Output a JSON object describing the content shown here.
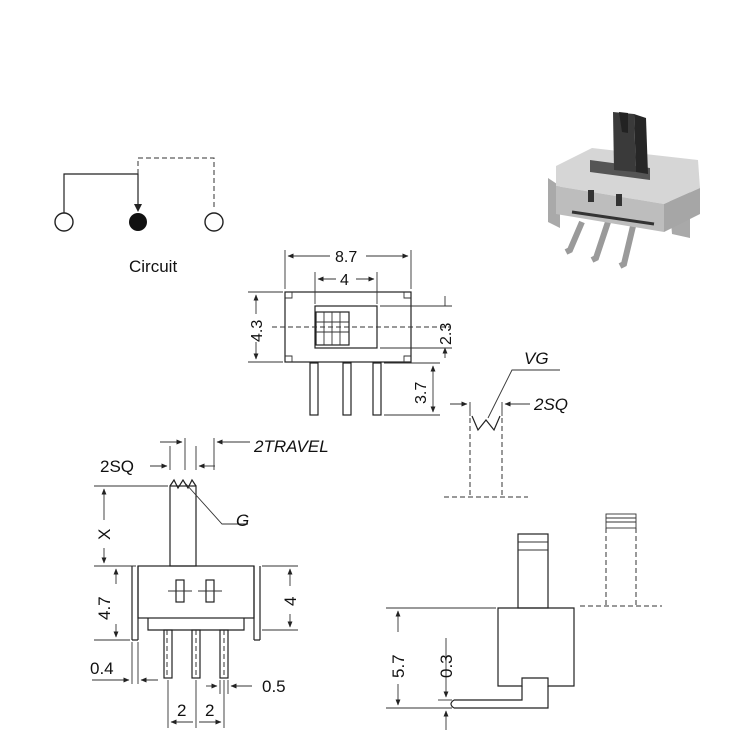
{
  "circuit": {
    "label": "Circuit"
  },
  "top_view": {
    "width_overall": "8.7",
    "width_slot": "4",
    "height_left": "4.3",
    "height_right": "2.3",
    "pin_length": "3.7"
  },
  "pin_detail": {
    "vg": "VG",
    "sq": "2SQ"
  },
  "front_view": {
    "sq": "2SQ",
    "travel": "2TRAVEL",
    "g": "G",
    "x": "X",
    "body_height": "4.7",
    "side_height": "4",
    "pin_width": "0.4",
    "pin_thickness": "0.5",
    "pitch_1": "2",
    "pitch_2": "2"
  },
  "side_view": {
    "height": "5.7",
    "thickness": "0.3"
  },
  "colors": {
    "line": "#222222",
    "body_fill": "#ffffff",
    "component_photo": "#c9c9c9",
    "actuator": "#3a3a3a"
  }
}
